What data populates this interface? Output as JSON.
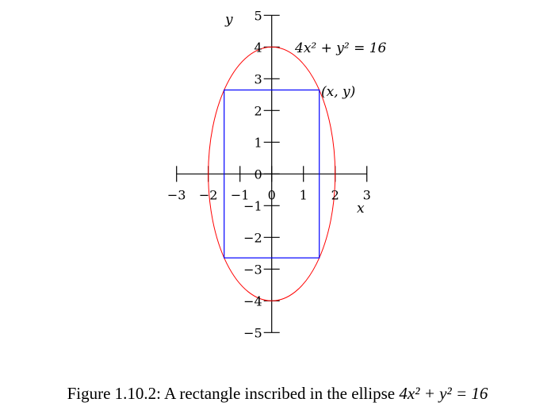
{
  "figure": {
    "x_ticks": [
      -3,
      -2,
      -1,
      0,
      1,
      2,
      3
    ],
    "y_ticks": [
      5,
      4,
      3,
      2,
      1,
      0,
      -1,
      -2,
      -3,
      -4,
      -5
    ],
    "x_axis_label": "x",
    "y_axis_label": "y",
    "xlim": [
      -3,
      3
    ],
    "ylim": [
      -5,
      5
    ],
    "ellipse": {
      "equation": "4x² + y² = 16",
      "semi_axis_x": 2,
      "semi_axis_y": 4,
      "color": "#ff0000"
    },
    "rectangle": {
      "corner_x": 1.5,
      "corner_y": 2.646,
      "corner_label": "(x, y)",
      "color": "#0000ff"
    }
  },
  "caption": {
    "prefix": "Figure 1.10.2: A rectangle inscribed in the ellipse ",
    "math": "4x² + y² = 16"
  }
}
